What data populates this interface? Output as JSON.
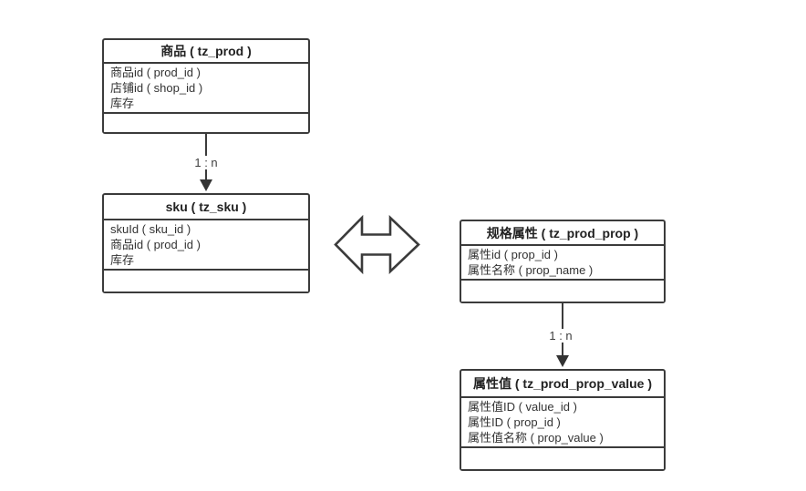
{
  "diagram": {
    "entities": [
      {
        "title": "商品 ( tz_prod )",
        "fields": [
          "商品id ( prod_id )",
          "店铺id ( shop_id )",
          "库存"
        ]
      },
      {
        "title": "sku ( tz_sku )",
        "fields": [
          "skuId ( sku_id )",
          "商品id ( prod_id )",
          "库存"
        ]
      },
      {
        "title": "规格属性 ( tz_prod_prop )",
        "fields": [
          "属性id ( prop_id )",
          "属性名称 ( prop_name )"
        ]
      },
      {
        "title": "属性值 ( tz_prod_prop_value )",
        "fields": [
          "属性值ID ( value_id )",
          "属性ID ( prop_id )",
          "属性值名称 ( prop_value )"
        ]
      }
    ],
    "connectors": [
      {
        "label": "1 : n"
      },
      {
        "label": "1 : n"
      }
    ],
    "colors": {
      "line": "#3b3b3b",
      "text": "#333333",
      "background": "#ffffff"
    }
  }
}
